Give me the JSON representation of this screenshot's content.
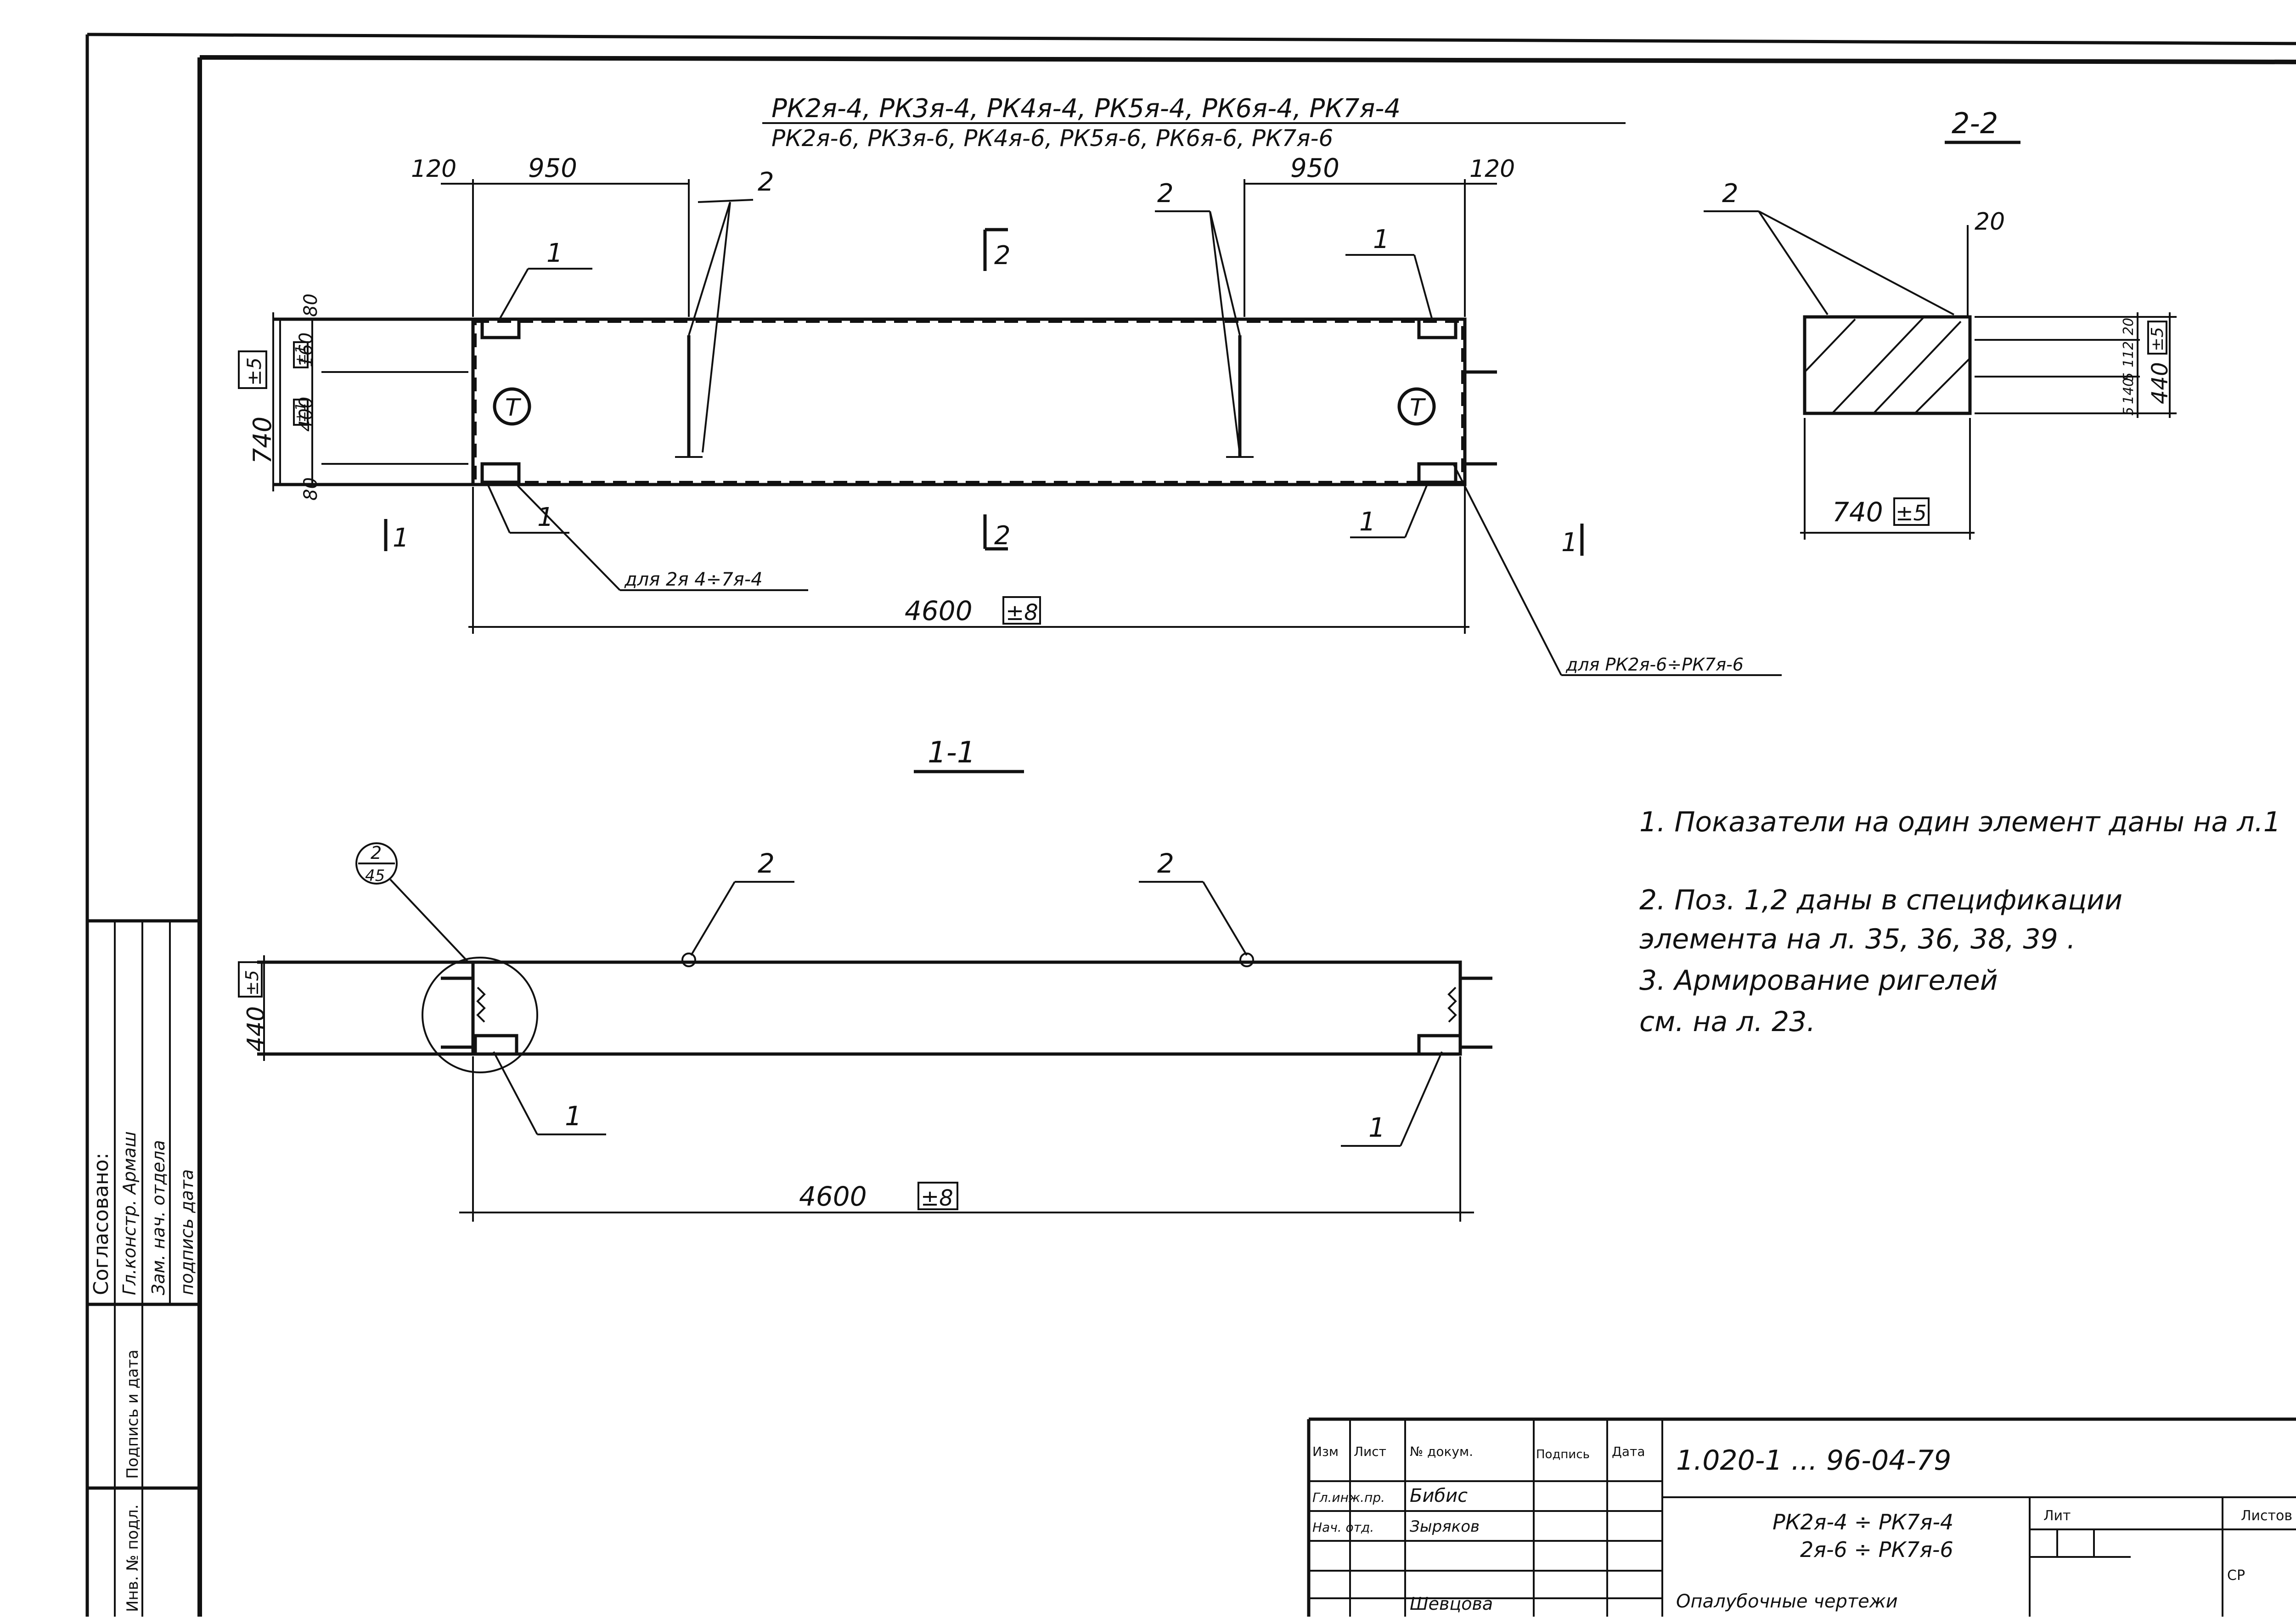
{
  "title": {
    "line1": "РК2я-4, РК3я-4, РК4я-4, РК5я-4, РК6я-4, РК7я-4",
    "line2": "РК2я-6, РК3я-6, РК4я-6, РК5я-6, РК6я-6, РК7я-6"
  },
  "plan": {
    "dim_top_left_120": "120",
    "dim_top_left_950": "950",
    "dim_top_right_950": "950",
    "dim_top_right_120": "120",
    "dim_80_top": "80",
    "dim_160": "160",
    "dim_400": "400",
    "dim_80_bottom": "80",
    "dim_740": "740",
    "tol_5": "±5",
    "tol_1a": "±1",
    "tol_1b": "±1",
    "dim_length": "4600",
    "tol_length": "±8",
    "pos_1": "1",
    "pos_2": "2",
    "mark_t": "Т",
    "note_left": "для 2я 4÷7я-4",
    "note_right": "для РК2я-6÷РК7я-6",
    "cut_1": "1",
    "cut_2": "2"
  },
  "section_22": {
    "label": "2-2",
    "pos_2": "2",
    "dim_20": "20",
    "dim_740": "740",
    "tol_5": "±5",
    "dim_440": "440",
    "tol_side": "±5",
    "dims_small": [
      "20",
      "112",
      "5",
      "140",
      "5"
    ]
  },
  "section_11": {
    "label": "1-1",
    "callout_top": "2",
    "callout_bottom": "45",
    "pos_2": "2",
    "pos_1": "1",
    "dim_440": "440",
    "tol_5": "±5",
    "dim_length": "4600",
    "tol_length": "±8"
  },
  "notes": [
    "1. Показатели на один элемент даны на л.1",
    "2. Поз. 1,2 даны в спецификации",
    "элемента на л. 35, 36, 38, 39 .",
    "3. Армирование ригелей",
    "см. на л. 23."
  ],
  "left_strip": {
    "soglasovano": "Согласовано:",
    "col1": "Гл.констр. Армаш",
    "col2": "Зам. нач. отдела",
    "col3": "подпись дата",
    "inv": "Инв. № подл.",
    "podpis": "Подпись и дата"
  },
  "title_block": {
    "izm": "Изм",
    "list": "Лист",
    "doc_no": "№ докум.",
    "podpis": "Подпись",
    "data": "Дата",
    "code": "1.020-1 ... 96-04-79",
    "title_line1": "РК2я-4 ÷ РК7я-4",
    "title_line2": "2я-6 ÷ РК7я-6",
    "title_line3": "Опалубочные чертежи",
    "lit": "Лит",
    "listov": "Листов",
    "row1_role": "Гл.инж.пр.",
    "row1_name": "Бибис",
    "row2_role": "Нач. отд.",
    "row2_name": "Зыряков",
    "row3_name": "Шевцова",
    "sheet_mark": "СР"
  }
}
